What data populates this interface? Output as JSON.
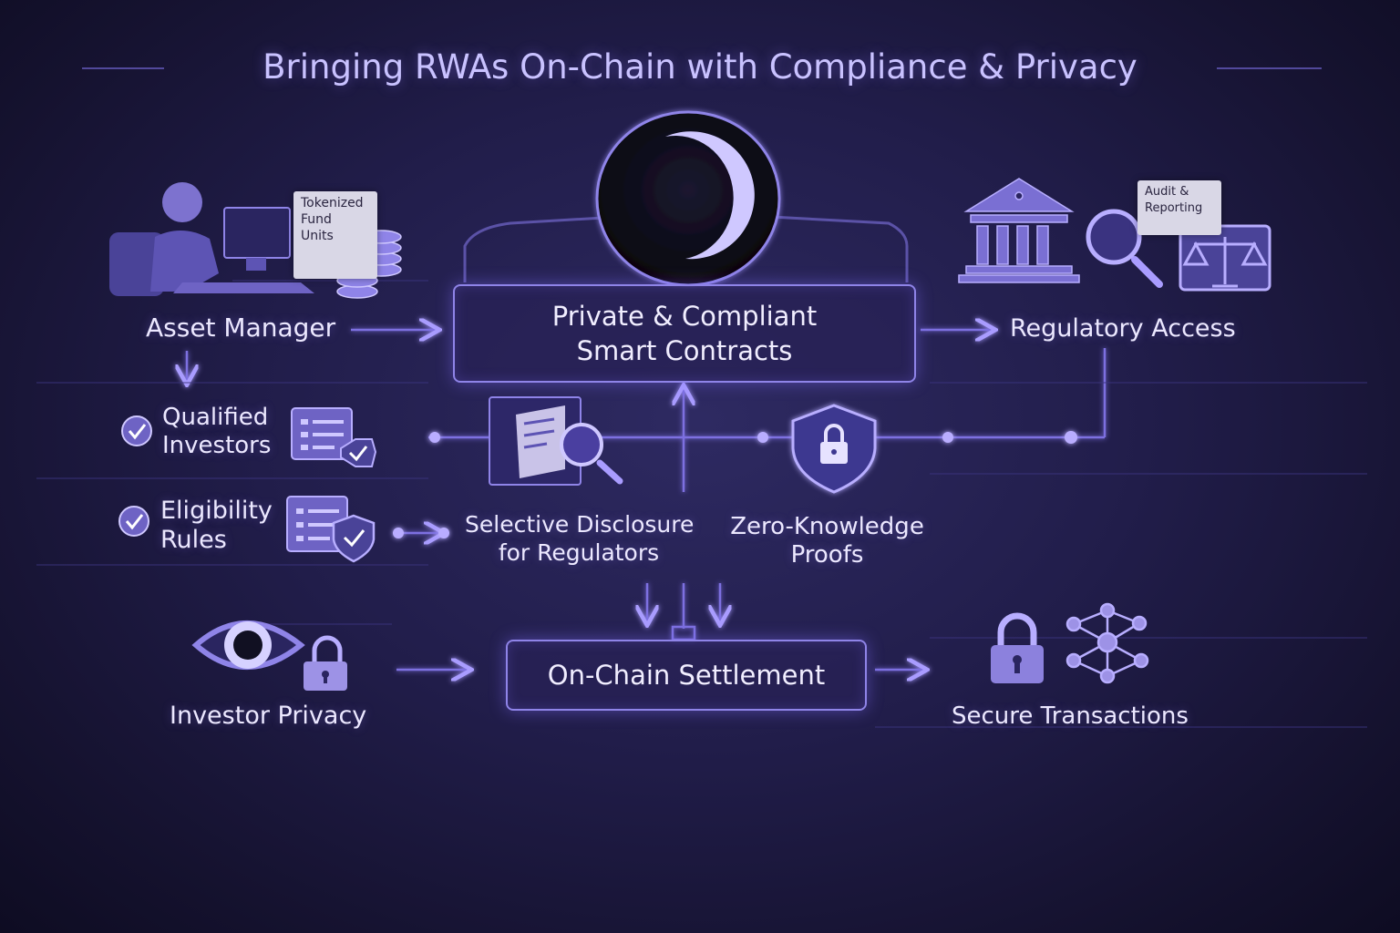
{
  "title": "Bringing RWAs On-Chain with Compliance & Privacy",
  "asset_manager": {
    "label": "Asset Manager",
    "doc_lines": [
      "Tokenized",
      "Fund",
      "Units"
    ]
  },
  "smart_contracts": {
    "lines": [
      "Private & Compliant",
      "Smart Contracts"
    ]
  },
  "regulatory": {
    "label": "Regulatory Access",
    "doc_lines": [
      "Audit &",
      "Reporting"
    ]
  },
  "qualified": {
    "lines": [
      "Qualified",
      "Investors"
    ]
  },
  "eligibility": {
    "lines": [
      "Eligibility",
      "Rules"
    ]
  },
  "selective": {
    "lines": [
      "Selective Disclosure",
      "for Regulators"
    ]
  },
  "zkp": {
    "lines": [
      "Zero-Knowledge",
      "Proofs"
    ]
  },
  "investor_privacy": {
    "label": "Investor Privacy"
  },
  "settlement": {
    "label": "On-Chain Settlement"
  },
  "secure": {
    "label": "Secure Transactions"
  },
  "colors": {
    "accent": "#8f84e8",
    "line": "#7d6fe0",
    "background": "#211d4a"
  },
  "icons": [
    "person-at-computer-icon",
    "coin-stack-icon",
    "moon-logo-icon",
    "bank-building-icon",
    "magnifier-icon",
    "scales-icon",
    "checkmark-icon",
    "checklist-icon",
    "shield-check-icon",
    "document-magnifier-icon",
    "shield-lock-icon",
    "eye-icon",
    "padlock-icon",
    "network-icon"
  ]
}
